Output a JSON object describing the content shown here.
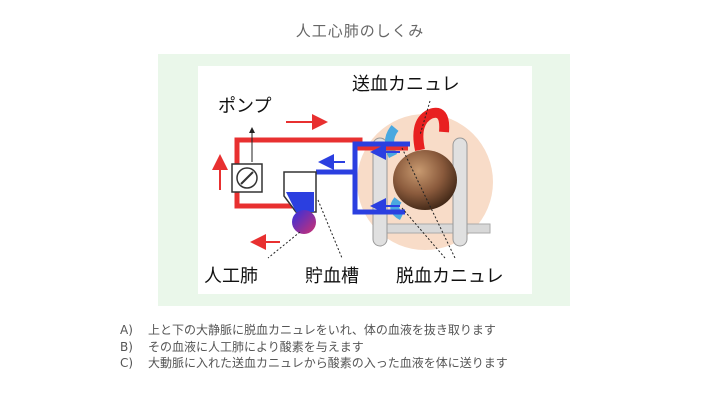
{
  "title": "人工心肺のしくみ",
  "labels": {
    "pump": "ポンプ",
    "arterial_cannula": "送血カニュレ",
    "oxygenator": "人工肺",
    "reservoir": "貯血槽",
    "venous_cannula": "脱血カニュレ"
  },
  "colors": {
    "arterial_line": "#e83030",
    "venous_line": "#2b3fe0",
    "frame_background": "#eaf7ea",
    "heart": "#8a5a3c",
    "body_tint": "#f8dcc8"
  },
  "captions": [
    {
      "key": "A)",
      "text": "上と下の大静脈に脱血カニュレをいれ、体の血液を抜き取ります"
    },
    {
      "key": "B)",
      "text": "その血液に人工肺により酸素を与えます"
    },
    {
      "key": "C)",
      "text": "大動脈に入れた送血カニュレから酸素の入った血液を体に送ります"
    }
  ]
}
